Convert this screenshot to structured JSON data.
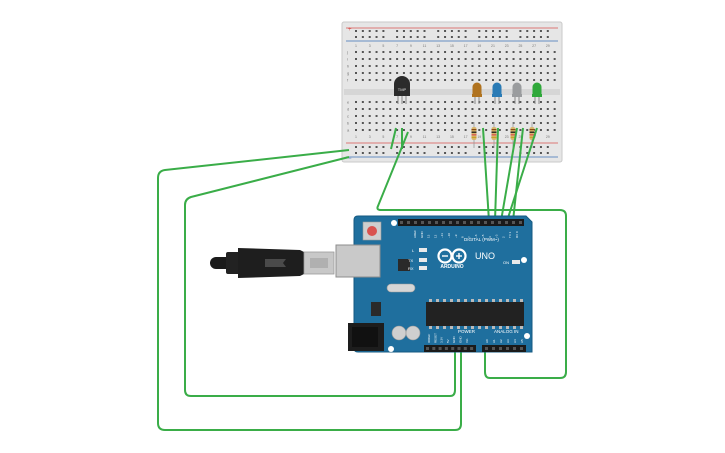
{
  "breadboard": {
    "column_numbers": [
      "1",
      "3",
      "5",
      "7",
      "9",
      "11",
      "13",
      "15",
      "17",
      "19",
      "21",
      "23",
      "25",
      "27",
      "29"
    ],
    "row_letters_top": [
      "j",
      "i",
      "h",
      "g",
      "f"
    ],
    "row_letters_bottom": [
      "e",
      "d",
      "c",
      "b",
      "a"
    ],
    "rail_plus": "+",
    "rail_minus": "−"
  },
  "sensor": {
    "label": "TMP"
  },
  "leds": [
    {
      "color_name": "brown",
      "color": "#b0731f"
    },
    {
      "color_name": "blue",
      "color": "#2a7bb5"
    },
    {
      "color_name": "gray",
      "color": "#9a9c9e"
    },
    {
      "color_name": "green",
      "color": "#2fa83a"
    }
  ],
  "arduino": {
    "brand": "ARDUINO",
    "model": "UNO",
    "digital_label": "DIGITAL (PWM~)",
    "power_label": "POWER",
    "analog_label": "ANALOG IN",
    "led_labels": [
      "L",
      "TX",
      "RX"
    ],
    "on_label": "ON",
    "digital_pins": [
      "AREF",
      "GND",
      "13",
      "12",
      "~11",
      "~10",
      "~9",
      "8",
      "7",
      "~6",
      "~5",
      "4",
      "~3",
      "2",
      "TX 1",
      "RX 0"
    ],
    "power_pins": [
      "IOREF",
      "RESET",
      "3.3V",
      "5V",
      "GND",
      "GND",
      "Vin"
    ],
    "analog_pins": [
      "A0",
      "A1",
      "A2",
      "A3",
      "A4",
      "A5"
    ]
  },
  "colors": {
    "wire": "#3aad48",
    "board": "#1f6f9e",
    "board_edge": "#155a82",
    "breadboard": "#e6e6e6",
    "rail_red": "#d9534f",
    "rail_blue": "#3b6fb6",
    "resistor": "#d7b56d"
  }
}
